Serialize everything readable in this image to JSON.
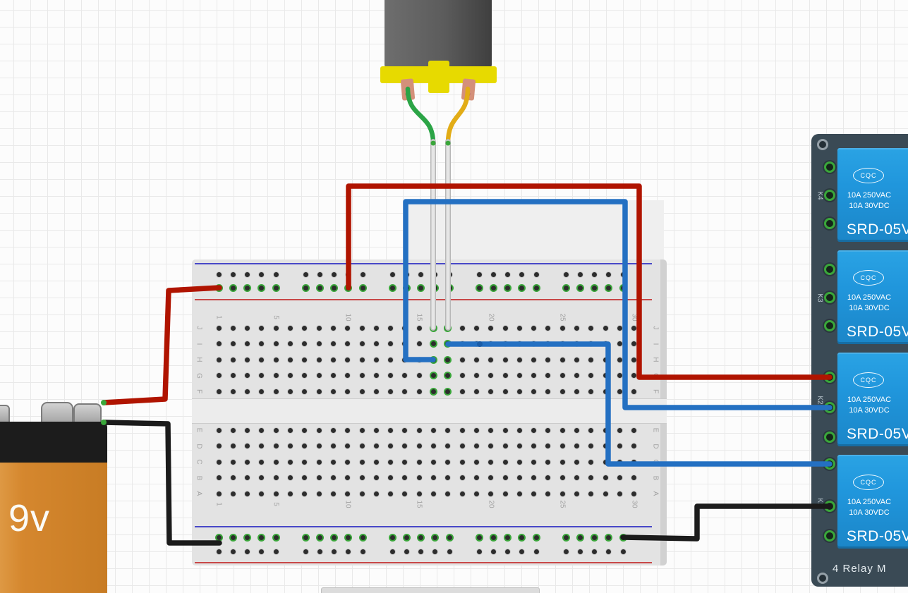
{
  "battery": {
    "label": "9v"
  },
  "breadboard": {
    "column_numbers": [
      "1",
      "5",
      "10",
      "15",
      "20",
      "25",
      "30"
    ],
    "column_number_cols": [
      1,
      5,
      10,
      15,
      20,
      25,
      30
    ],
    "row_letters_top": [
      "J",
      "I",
      "H",
      "G",
      "F"
    ],
    "row_letters_bottom": [
      "E",
      "D",
      "C",
      "B",
      "A"
    ]
  },
  "relay_module": {
    "footer_label": "4 Relay M",
    "channels": [
      {
        "id": "K4",
        "cert": "CQC",
        "rating_line1": "10A 250VAC",
        "rating_line2": "10A 30VDC",
        "part": "SRD-05V"
      },
      {
        "id": "K3",
        "cert": "CQC",
        "rating_line1": "10A 250VAC",
        "rating_line2": "10A 30VDC",
        "part": "SRD-05V"
      },
      {
        "id": "K2",
        "cert": "CQC",
        "rating_line1": "10A 250VAC",
        "rating_line2": "10A 30VDC",
        "part": "SRD-05V"
      },
      {
        "id": "K1",
        "cert": "CQC",
        "rating_line1": "10A 250VAC",
        "rating_line2": "10A 30VDC",
        "part": "SRD-05V"
      }
    ]
  },
  "colors": {
    "wire_red": "#b01400",
    "wire_black": "#1b1b1b",
    "wire_blue": "#2470c2",
    "wire_green": "#2ba446",
    "wire_yellow": "#e2ac16",
    "wire_white": "#e6e6e6",
    "wire_white_edge": "#b7b7b7",
    "hole_green": "#3aa63a",
    "relay_blue": "#2096dc",
    "pcb_dark": "#3a4a55",
    "battery_orange": "#d5872e",
    "battery_cap": "#1c1c1c",
    "motor_gray": "#5c5c5c",
    "motor_yellow": "#e7da00"
  }
}
